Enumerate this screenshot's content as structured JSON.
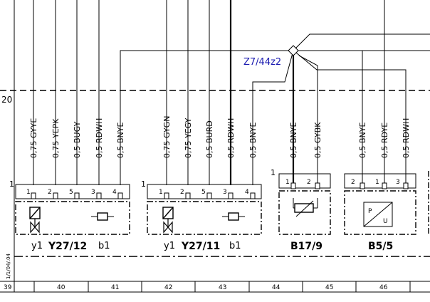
{
  "diagram": {
    "side_label": "20",
    "node_label": "Z7/44z2",
    "wires": [
      {
        "id": "w1",
        "label": "0,75 GYYE"
      },
      {
        "id": "w2",
        "label": "0,75 YEPK"
      },
      {
        "id": "w3",
        "label": "0,5 BUGY"
      },
      {
        "id": "w4",
        "label": "0,5 RDWH"
      },
      {
        "id": "w5",
        "label": "0,5 BNYE"
      },
      {
        "id": "w6",
        "label": "0,75 GYGN"
      },
      {
        "id": "w7",
        "label": "0,75 YEGY"
      },
      {
        "id": "w8",
        "label": "0,5 BURD"
      },
      {
        "id": "w9",
        "label": "0,5 RDWH"
      },
      {
        "id": "w10",
        "label": "0,5 BNYE"
      },
      {
        "id": "w11",
        "label": "0,5 BNYE"
      },
      {
        "id": "w12",
        "label": "0,5 GYBK"
      },
      {
        "id": "w13",
        "label": "0,5 BNYE"
      },
      {
        "id": "w14",
        "label": "0,5 RDYE"
      },
      {
        "id": "w15",
        "label": "0,5 RDWH"
      }
    ],
    "components": {
      "y27_12": {
        "name": "Y27/12",
        "sub_a": "y1",
        "sub_b": "b1",
        "corner": "1",
        "pins": [
          "1",
          "2",
          "5",
          "3",
          "4"
        ]
      },
      "y27_11": {
        "name": "Y27/11",
        "sub_a": "y1",
        "sub_b": "b1",
        "corner": "1",
        "pins": [
          "1",
          "2",
          "5",
          "3",
          "4"
        ]
      },
      "b17_9": {
        "name": "B17/9",
        "corner": "1",
        "pins": [
          "1",
          "2"
        ]
      },
      "b5_5": {
        "name": "B5/5",
        "pins": [
          "2",
          "1",
          "3"
        ],
        "symbol_top": "P",
        "symbol_bottom": "U"
      }
    },
    "columns": [
      "39",
      "40",
      "41",
      "42",
      "43",
      "44",
      "45",
      "46"
    ],
    "edge_note": "1/1/04/.04"
  }
}
